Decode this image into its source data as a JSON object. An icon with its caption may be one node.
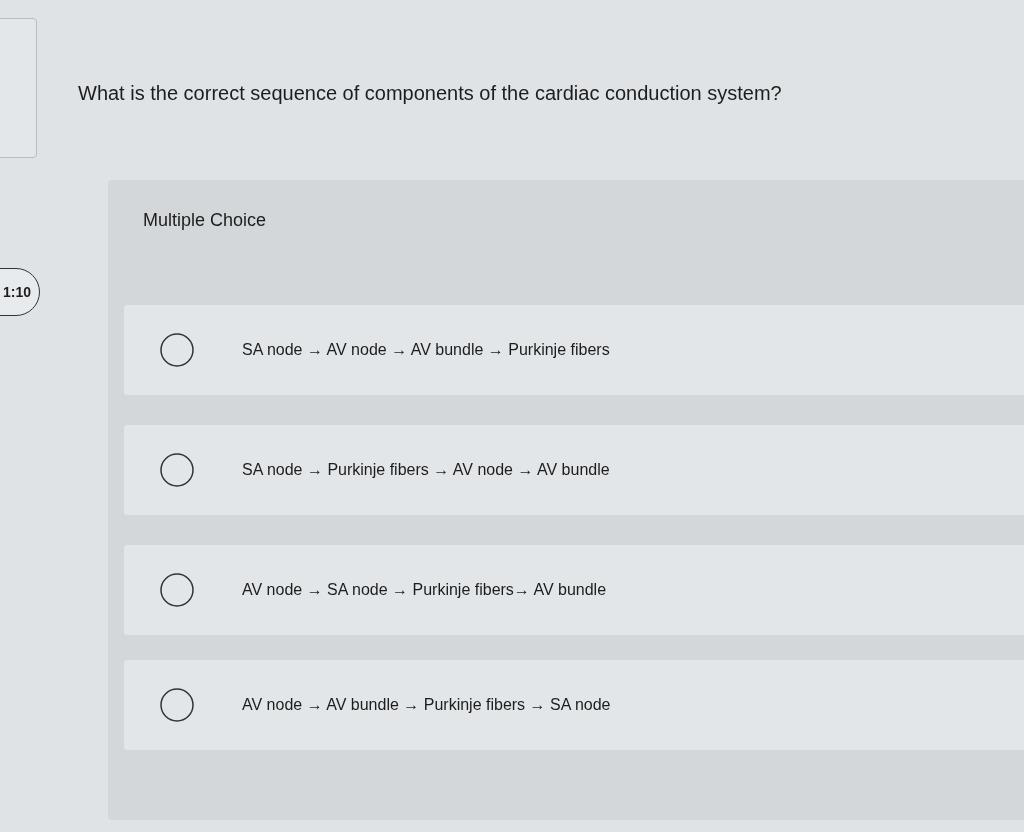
{
  "diagram": {
    "title": "What is the correct sequence of components of the cardiac conduction system?",
    "labels": [
      "1:10",
      "Multiple Choice",
      "SA node → AV node → AV bundle → Purkinje fibers",
      "SA node → Purkinje fibers → AV node → AV bundle",
      "AV node → SA node → Purkinje fibers→ AV bundle",
      "AV node → AV bundle → Purkinje fibers → SA node"
    ]
  }
}
